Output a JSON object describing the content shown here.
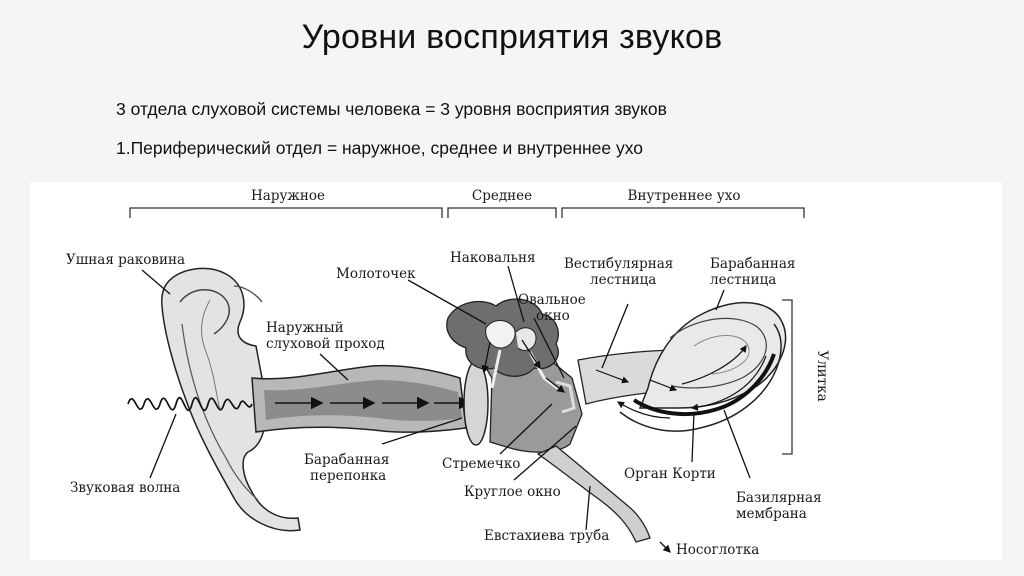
{
  "title": "Уровни восприятия звуков",
  "subtitle_1": "3 отдела слуховой системы человека = 3 уровня восприятия звуков",
  "subtitle_2": "1.Периферический отдел = наружное, среднее и внутреннее ухо",
  "diagram": {
    "sections": {
      "outer": "Наружное",
      "middle": "Среднее",
      "inner": "Внутреннее ухо"
    },
    "labels": {
      "pinna": "Ушная раковина",
      "sound_wave": "Звуковая волна",
      "ear_canal_1": "Наружный",
      "ear_canal_2": "слуховой проход",
      "eardrum_1": "Барабанная",
      "eardrum_2": "перепонка",
      "malleus": "Молоточек",
      "incus": "Наковальня",
      "stapes": "Стремечко",
      "oval_window_1": "Овальное",
      "oval_window_2": "окно",
      "round_window": "Круглое окно",
      "eustachian_tube": "Евстахиева труба",
      "nasopharynx": "Носоглотка",
      "scala_vestibuli_1": "Вестибулярная",
      "scala_vestibuli_2": "лестница",
      "scala_tympani_1": "Барабанная",
      "scala_tympani_2": "лестница",
      "organ_of_corti": "Орган Корти",
      "basilar_1": "Базилярная",
      "basilar_2": "мембрана",
      "cochlea": "Улитка"
    }
  }
}
